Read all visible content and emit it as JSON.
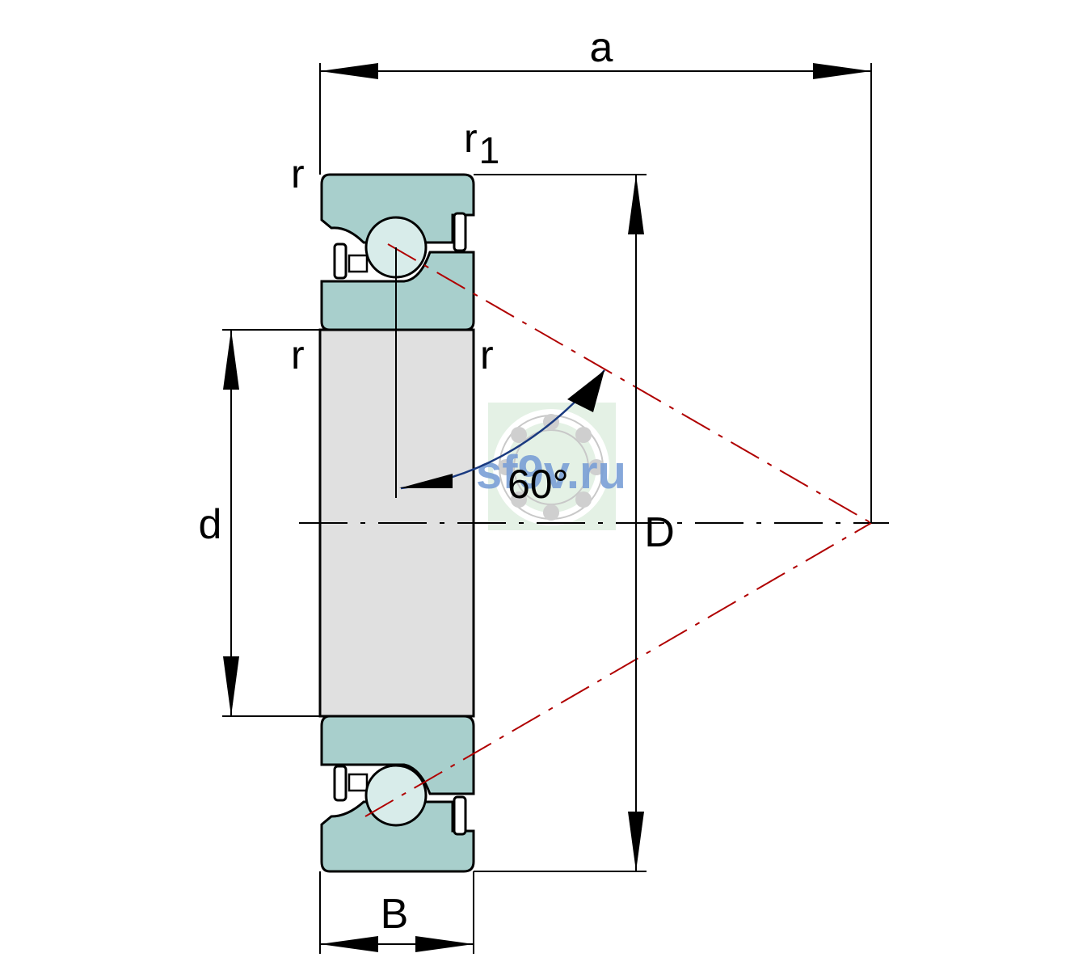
{
  "diagram": {
    "labels": {
      "a": "a",
      "r1_base": "r",
      "r1_sub": "1",
      "r_outer_left": "r",
      "r_bore_left": "r",
      "r_bore_right": "r",
      "d": "d",
      "D": "D",
      "B": "B",
      "angle": "60°"
    },
    "watermark": "sf9v.ru",
    "colors": {
      "ring_fill": "#a8cfcc",
      "bore_fill": "#e0e0e0",
      "ball_fill": "#d8ecea",
      "outline": "#000000",
      "contact_line": "#b00000",
      "watermark_text": "#7a9fd6",
      "watermark_bg": "#dfeee0"
    }
  }
}
